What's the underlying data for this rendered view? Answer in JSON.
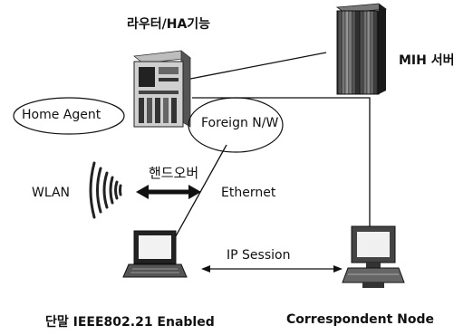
{
  "labels": {
    "router": "라우터/HA기능",
    "mih_server": "MIH 서버",
    "home_agent": "Home Agent",
    "foreign_nw": "Foreign N/W",
    "handover": "핸드오버",
    "wlan": "WLAN",
    "ethernet": "Ethernet",
    "ip_session": "IP Session",
    "terminal": "단말 IEEE802.21 Enabled",
    "correspondent": "Correspondent Node"
  },
  "colors": {
    "line": "#111111",
    "device_dark": "#2a2a2a",
    "device_mid": "#8a8a8a",
    "device_light": "#d8d8d8"
  }
}
